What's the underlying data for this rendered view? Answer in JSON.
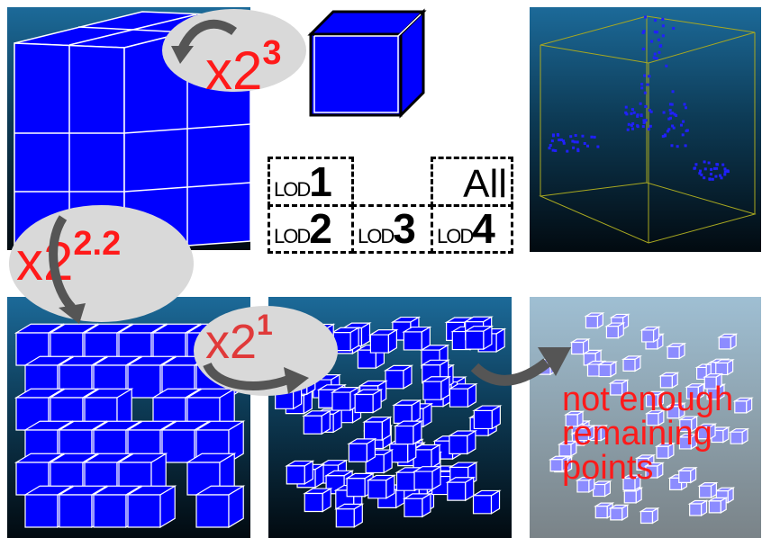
{
  "colors": {
    "cube": "#0000ff",
    "edge": "#ffffff",
    "red": "#ff1a1a",
    "arrow": "#555555",
    "bubble": "#d9d9d9"
  },
  "factors": [
    {
      "base": "x2",
      "exp": "3"
    },
    {
      "base": "x2",
      "exp": "2.2"
    },
    {
      "base": "x2",
      "exp": "1"
    }
  ],
  "lod": {
    "prefix": "LOD",
    "levels": [
      "1",
      "2",
      "3",
      "4"
    ],
    "all": "All"
  },
  "note": {
    "lines": [
      "not enough",
      "remaining",
      "points"
    ]
  }
}
